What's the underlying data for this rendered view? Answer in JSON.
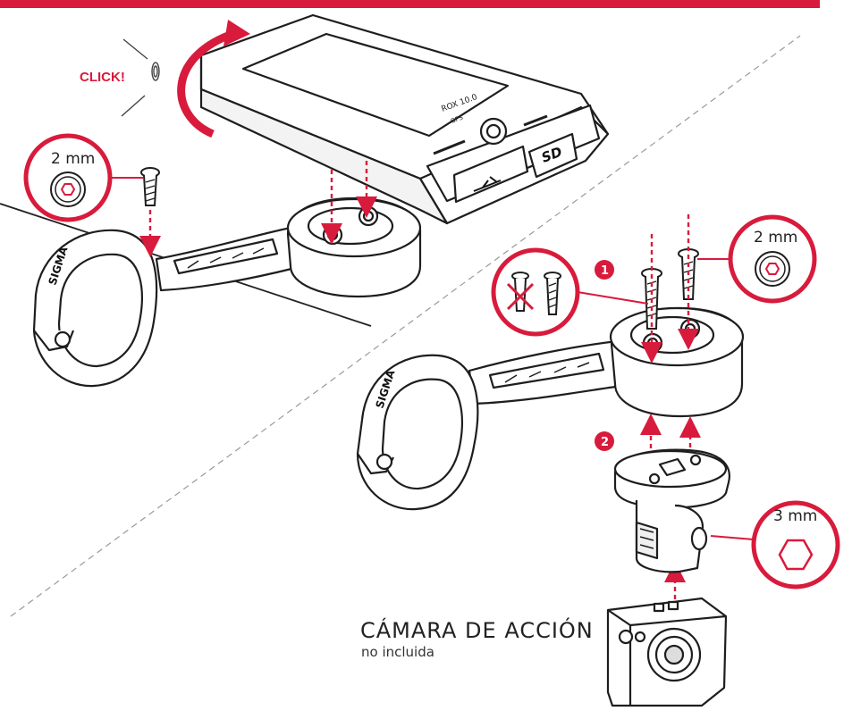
{
  "header": {
    "accent_color": "#d81b3c"
  },
  "labels": {
    "click": "CLICK!",
    "hex_top_left": "2 mm",
    "hex_right": "2 mm",
    "hex_camera": "3 mm",
    "step_1": "1",
    "step_2": "2",
    "camera_title": "CÁMARA DE ACCIÓN",
    "camera_note": "no incluida",
    "brand_mark": "SIGMA",
    "device_label": "ROX 10.0",
    "device_sublabel": "GPS",
    "sd_label": "SD"
  },
  "colors": {
    "accent": "#d81b3c",
    "ink": "#1e1e1e",
    "grey_fill": "#e9e9e9"
  },
  "icons": [
    "hex-key-icon",
    "screw-icon",
    "arrow-icon",
    "usb-icon",
    "sd-card-icon"
  ]
}
